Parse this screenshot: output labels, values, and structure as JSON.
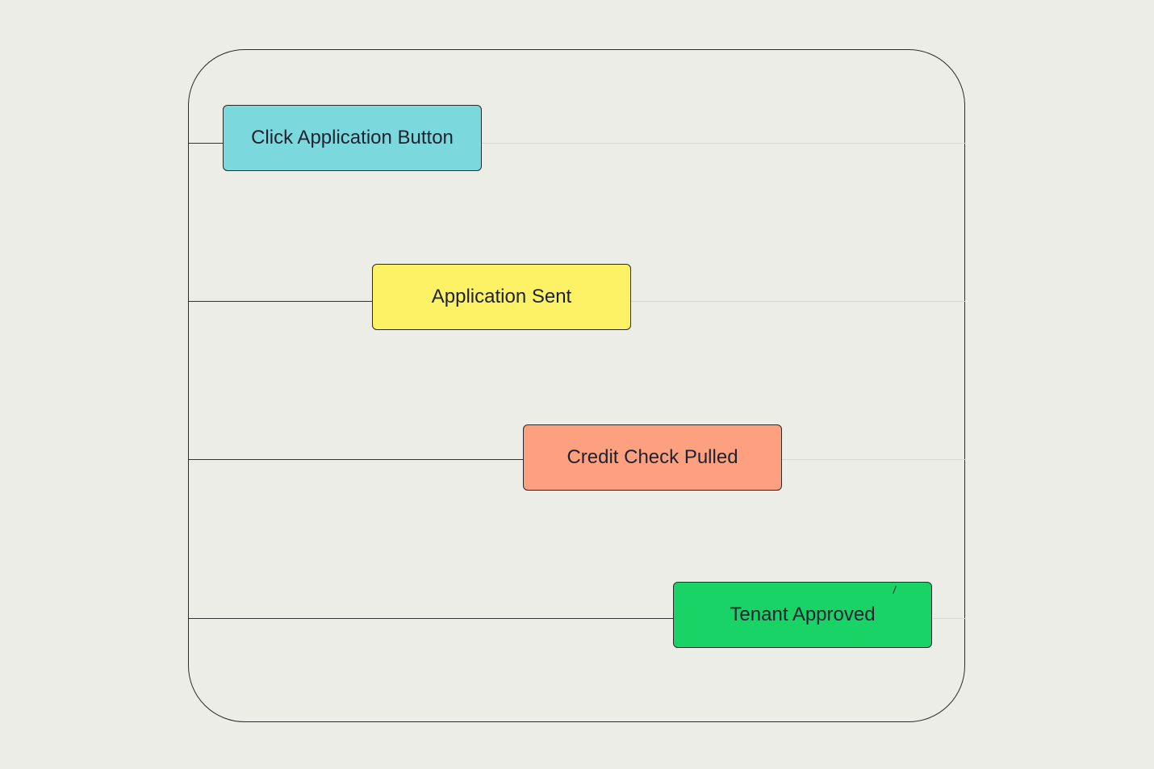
{
  "diagram": {
    "steps": [
      {
        "label": "Click Application Button",
        "color": "#7bd9de"
      },
      {
        "label": "Application Sent",
        "color": "#fdf266"
      },
      {
        "label": "Credit Check Pulled",
        "color": "#fda07f"
      },
      {
        "label": "Tenant Approved",
        "color": "#1ad367"
      }
    ],
    "frame_color": "#2b2b2b",
    "background": "#ecede6"
  }
}
